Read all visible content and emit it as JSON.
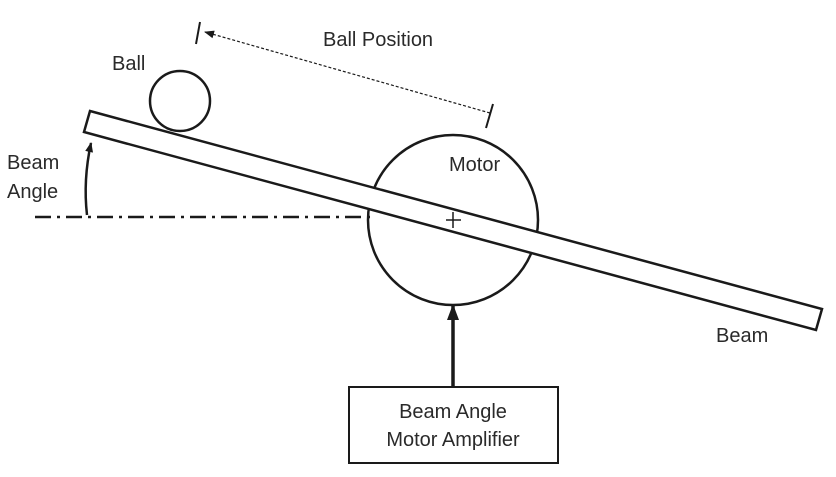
{
  "diagram": {
    "labels": {
      "ball": "Ball",
      "ball_position": "Ball Position",
      "beam_angle_line1": "Beam",
      "beam_angle_line2": "Angle",
      "motor": "Motor",
      "beam": "Beam",
      "amplifier_line1": "Beam Angle",
      "amplifier_line2": "Motor Amplifier"
    }
  }
}
